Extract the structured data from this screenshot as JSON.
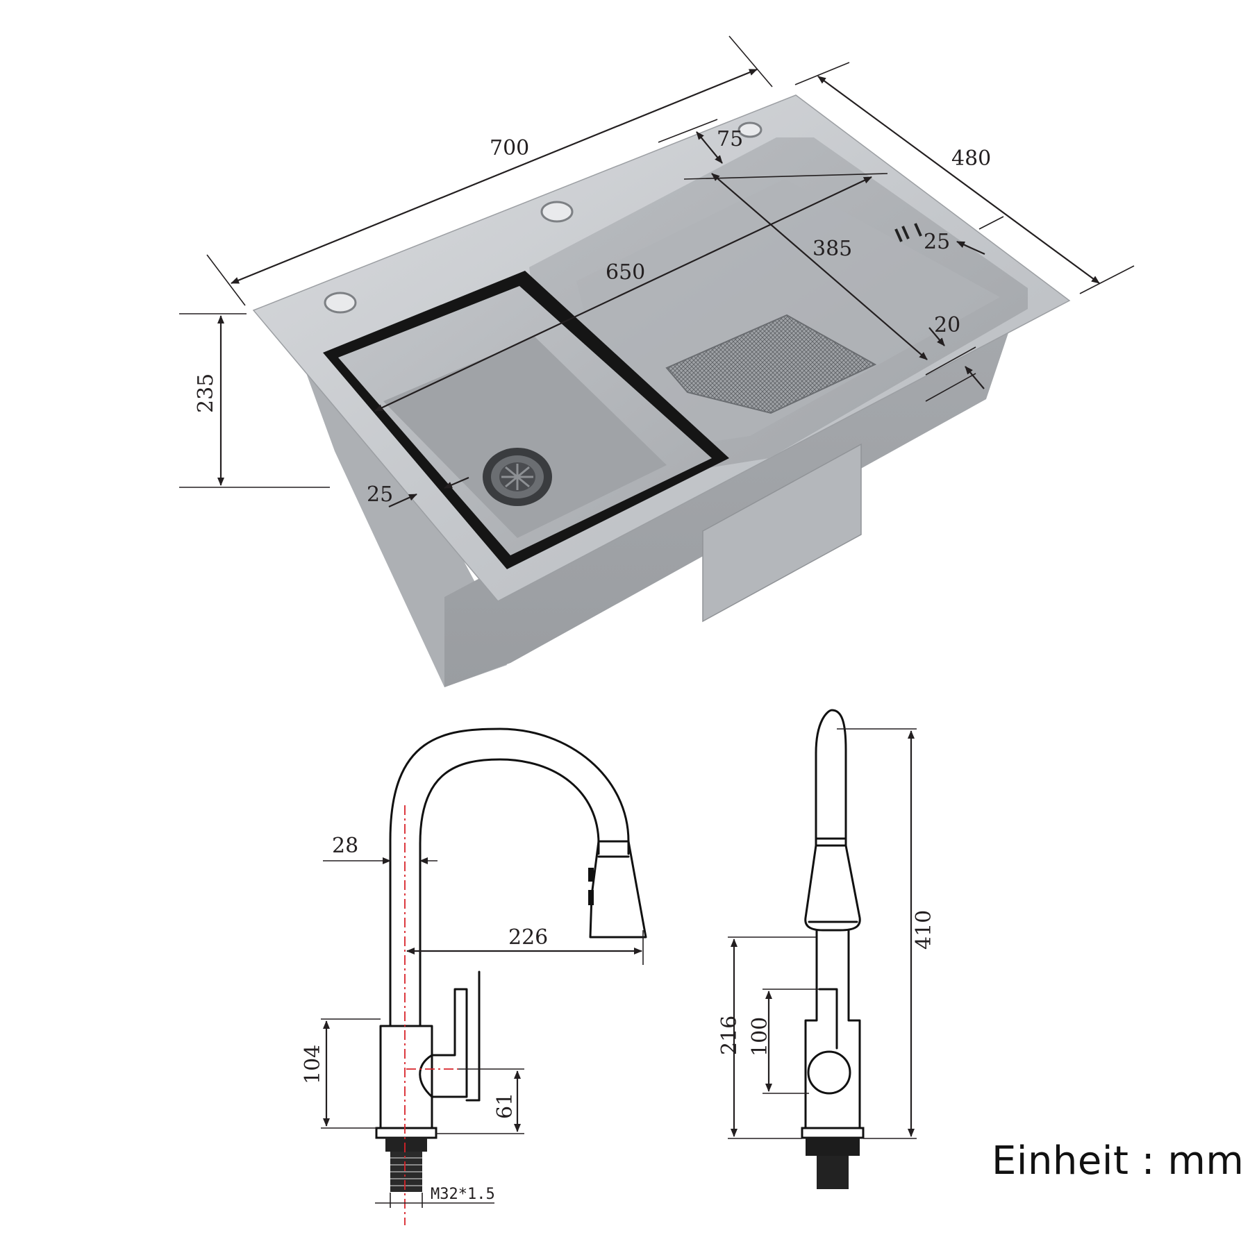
{
  "sink": {
    "dimensions": {
      "length": "700",
      "width": "480",
      "depth": "235",
      "inner_length": "650",
      "inner_width": "385",
      "rim_back": "75",
      "rim_right": "25",
      "rim_front": "20",
      "rim_left": "25"
    }
  },
  "faucet": {
    "front_view": {
      "spout_diameter": "28",
      "reach": "226",
      "body_height": "104",
      "handle_height": "61",
      "thread": "M32*1.5"
    },
    "side_view": {
      "total_height": "410",
      "outlet_height": "216",
      "handle_top": "100"
    }
  },
  "unit": "Einheit : mm",
  "colors": {
    "steel_light": "#cfd1d4",
    "steel_mid": "#a9acb0",
    "steel_dark": "#8a8d91",
    "black": "#111111",
    "centerline": "#d8232a"
  }
}
